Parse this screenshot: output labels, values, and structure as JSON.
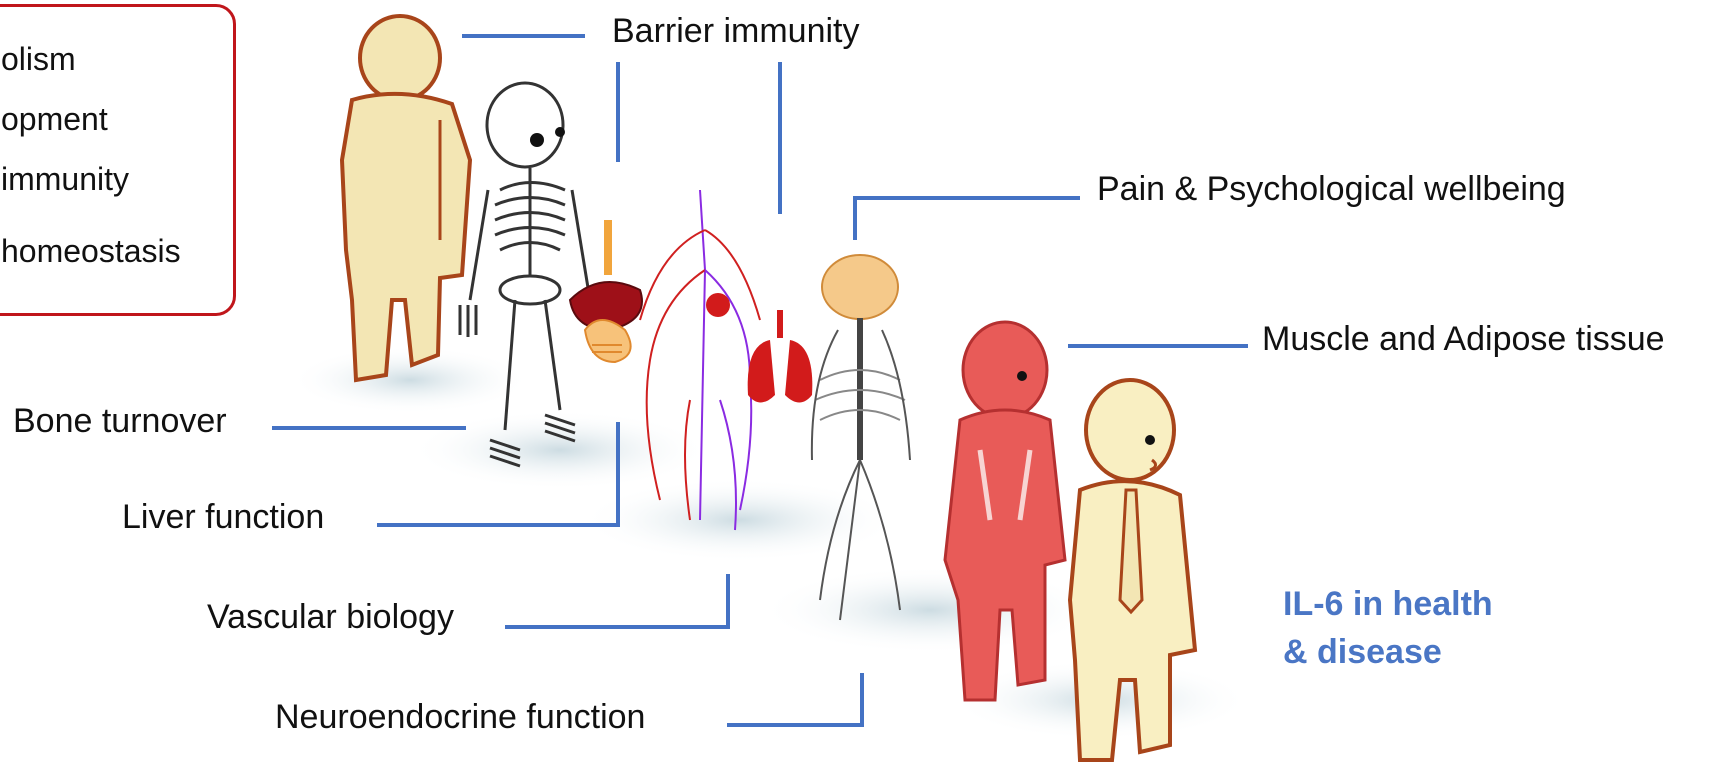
{
  "box": {
    "items": [
      "olism",
      "opment",
      " immunity",
      "homeostasis"
    ]
  },
  "labels": {
    "barrier": "Barrier immunity",
    "pain": "Pain & Psychological wellbeing",
    "muscle": "Muscle and Adipose tissue",
    "bone": "Bone turnover",
    "liver": "Liver function",
    "vascular": "Vascular biology",
    "neuro": "Neuroendocrine function"
  },
  "title": {
    "line1": "IL-6 in health",
    "line2": "& disease"
  },
  "colors": {
    "leader": "#4472c4",
    "box_border": "#c0161b",
    "title": "#4a76c5",
    "skin": "#f3e6b4",
    "skin_outline": "#a8451a",
    "muscle": "#e85b58",
    "organ_red": "#b3121b"
  }
}
